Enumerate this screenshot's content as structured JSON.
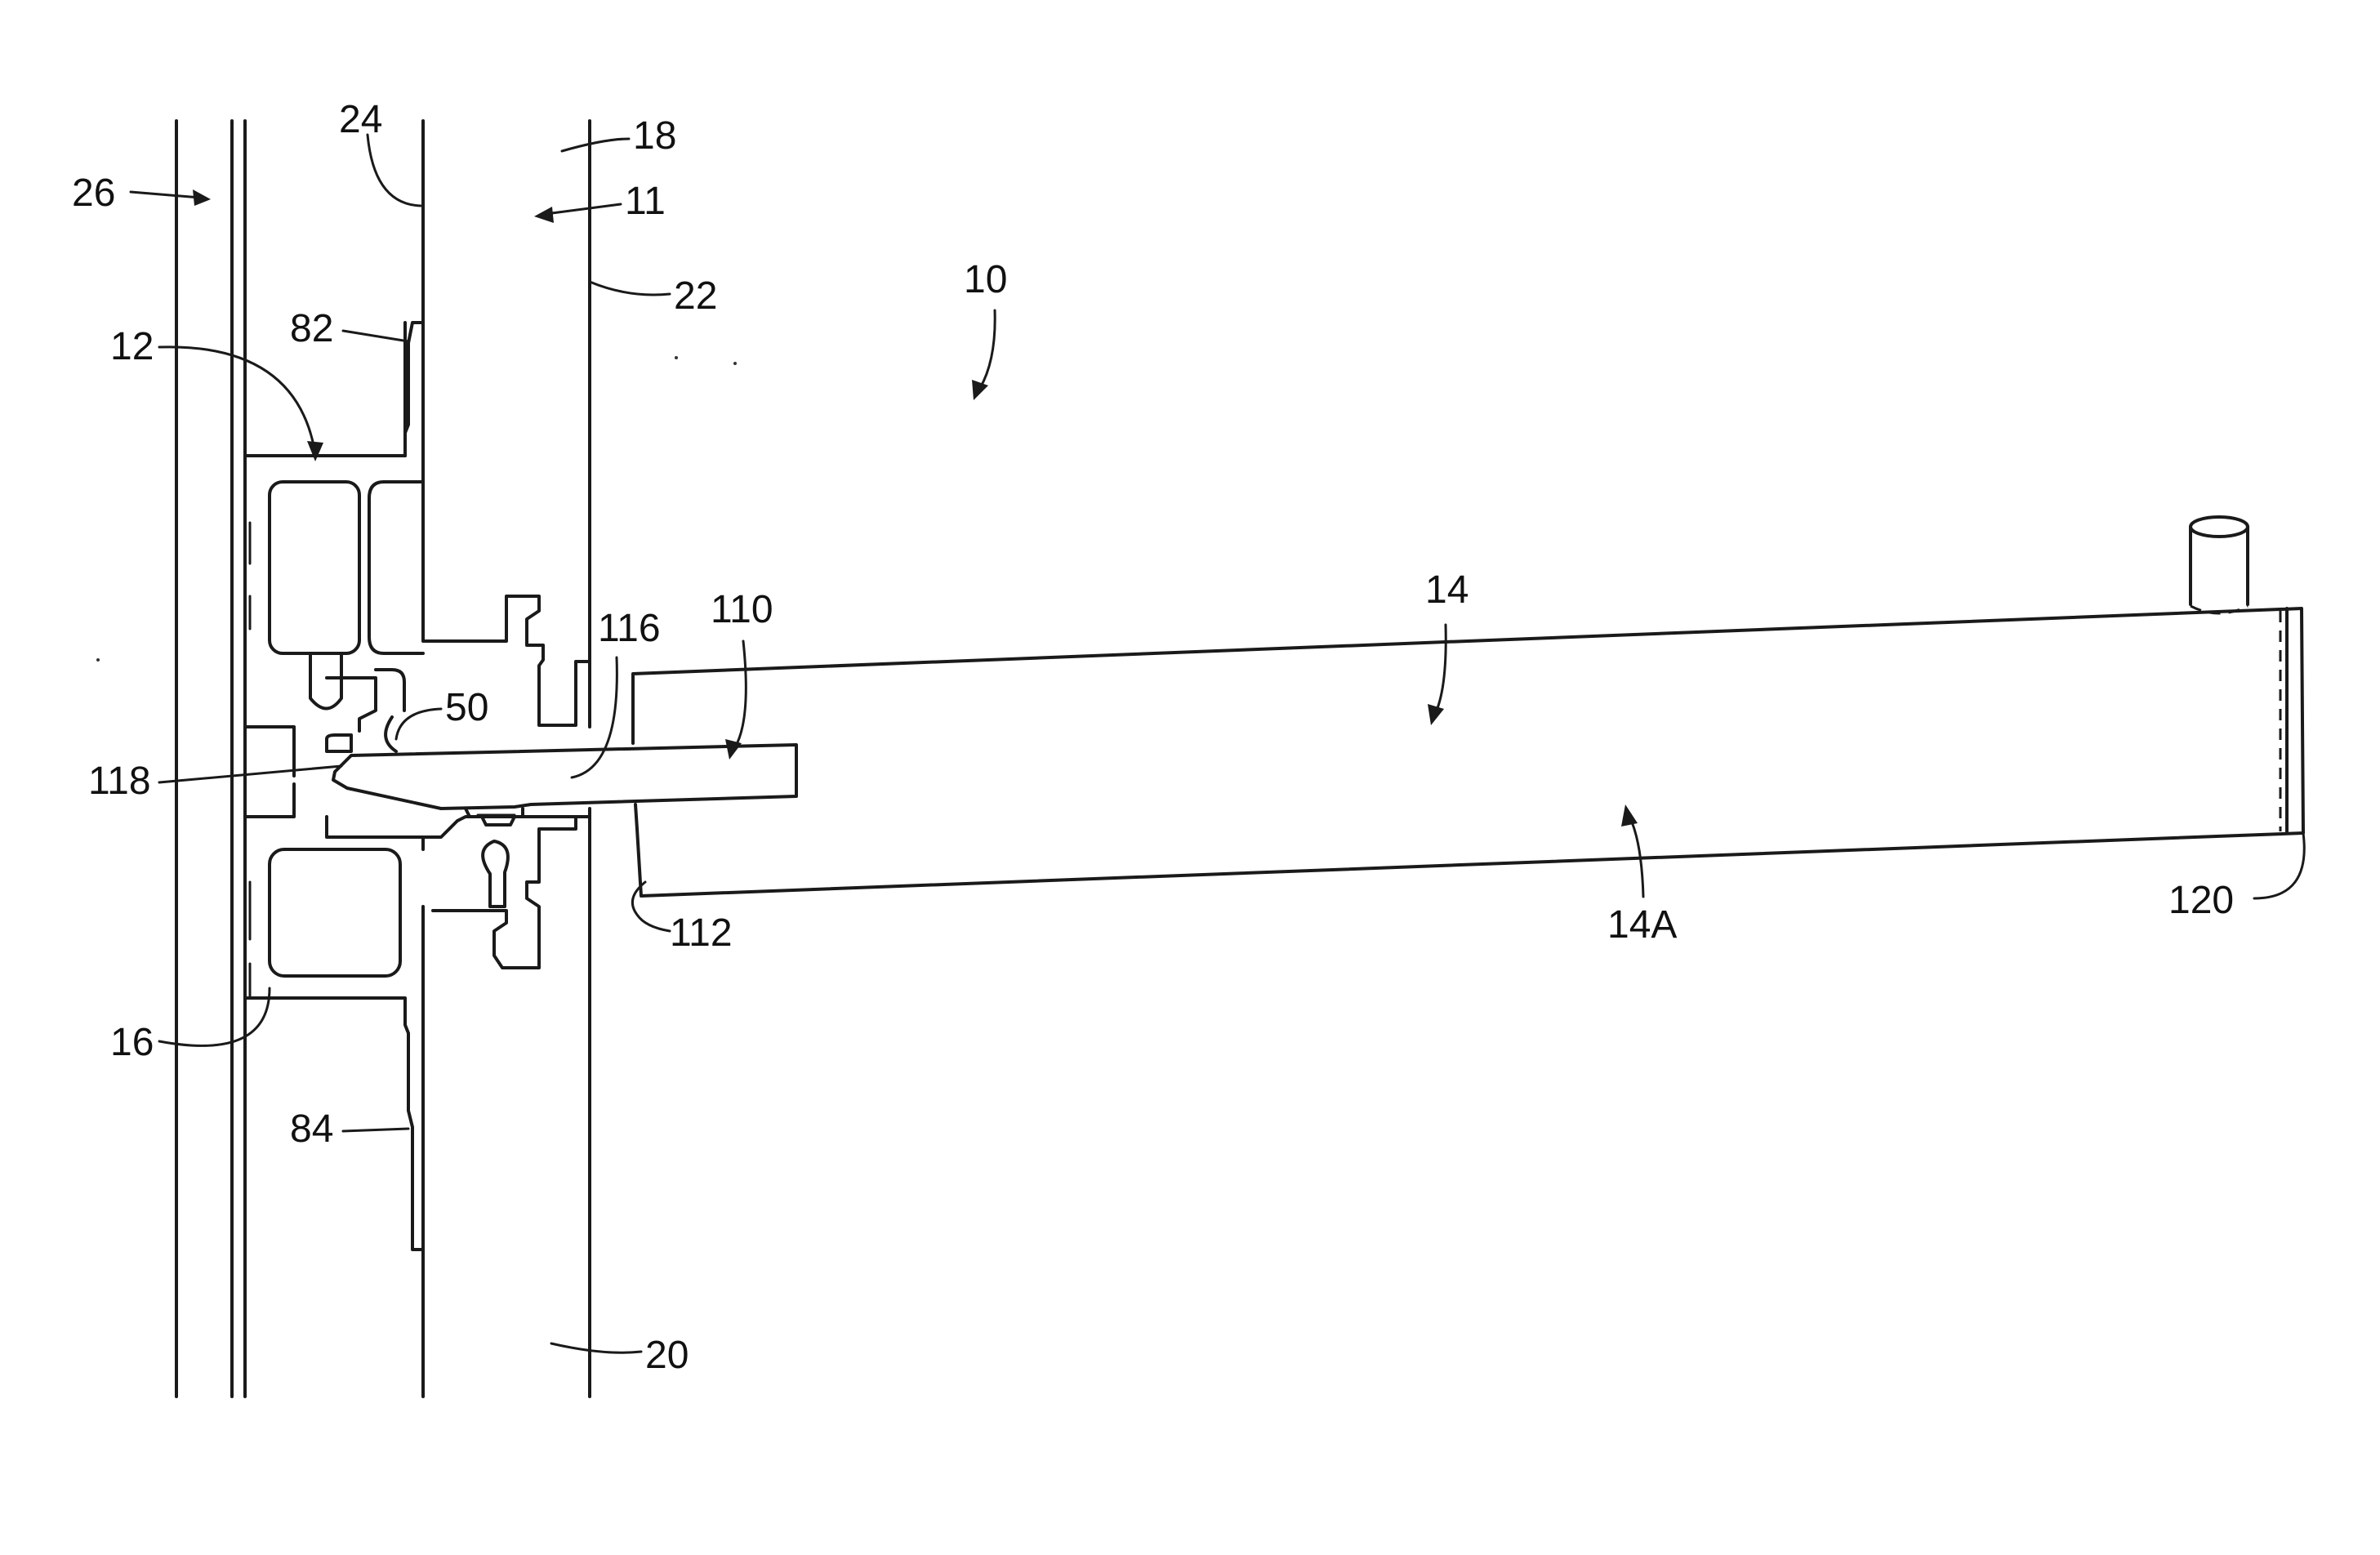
{
  "figure": {
    "labels": {
      "l10": "10",
      "l11": "11",
      "l12": "12",
      "l14": "14",
      "l14a": "14A",
      "l16": "16",
      "l18": "18",
      "l20": "20",
      "l22": "22",
      "l24": "24",
      "l26": "26",
      "l50": "50",
      "l82": "82",
      "l84": "84",
      "l110": "110",
      "l112": "112",
      "l116": "116",
      "l118": "118",
      "l120": "120"
    }
  }
}
